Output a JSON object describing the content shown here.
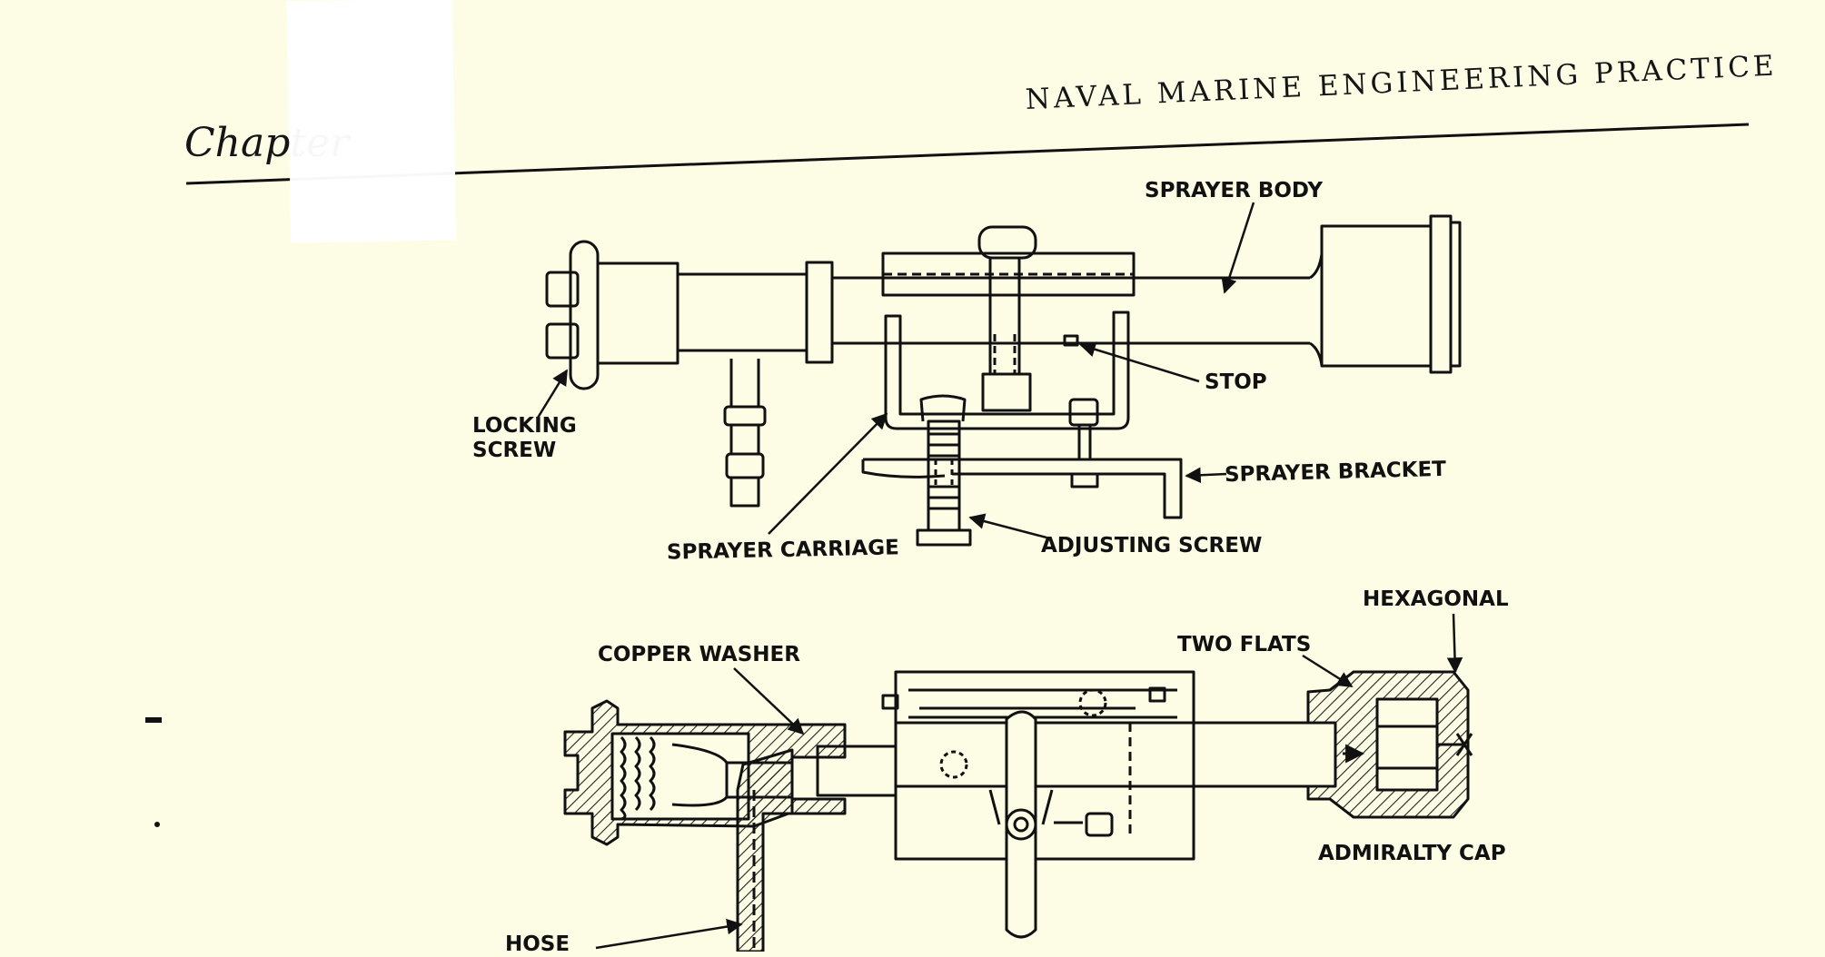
{
  "header": {
    "chapter": "Chapter",
    "title": "NAVAL MARINE ENGINEERING PRACTICE"
  },
  "diagram": {
    "top_labels": {
      "sprayer_body": "SPRAYER BODY",
      "stop": "STOP",
      "locking_screw": "LOCKING\nSCREW",
      "sprayer_bracket": "SPRAYER BRACKET",
      "sprayer_carriage": "SPRAYER CARRIAGE",
      "adjusting_screw": "ADJUSTING SCREW"
    },
    "bottom_labels": {
      "hexagonal": "HEXAGONAL",
      "copper_washer": "COPPER WASHER",
      "two_flats": "TWO FLATS",
      "admiralty_cap": "ADMIRALTY CAP",
      "hose": "HOSE"
    }
  }
}
